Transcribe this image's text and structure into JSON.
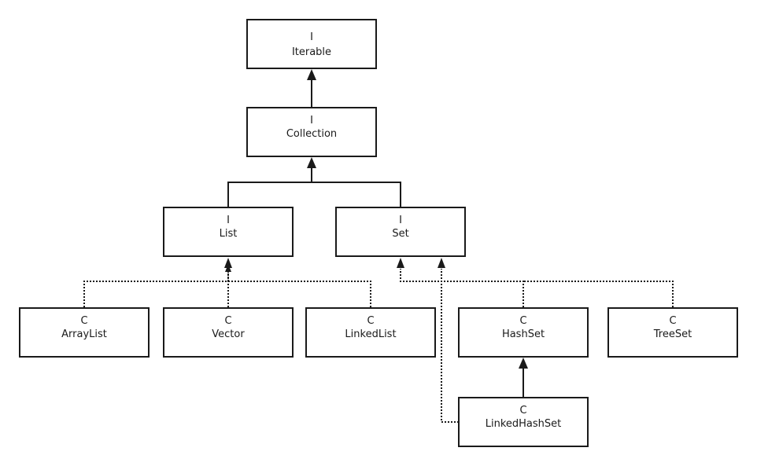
{
  "diagram": {
    "nodes": [
      {
        "id": "iterable",
        "kind": "I",
        "name": "Iterable"
      },
      {
        "id": "collection",
        "kind": "I",
        "name": "Collection"
      },
      {
        "id": "list",
        "kind": "I",
        "name": "List"
      },
      {
        "id": "set",
        "kind": "I",
        "name": "Set"
      },
      {
        "id": "arraylist",
        "kind": "C",
        "name": "ArrayList"
      },
      {
        "id": "vector",
        "kind": "C",
        "name": "Vector"
      },
      {
        "id": "linkedlist",
        "kind": "C",
        "name": "LinkedList"
      },
      {
        "id": "hashset",
        "kind": "C",
        "name": "HashSet"
      },
      {
        "id": "treeset",
        "kind": "C",
        "name": "TreeSet"
      },
      {
        "id": "linkedhashset",
        "kind": "C",
        "name": "LinkedHashSet"
      }
    ],
    "edges": [
      {
        "from": "collection",
        "to": "iterable",
        "style": "solid"
      },
      {
        "from": "list",
        "to": "collection",
        "style": "solid"
      },
      {
        "from": "set",
        "to": "collection",
        "style": "solid"
      },
      {
        "from": "arraylist",
        "to": "list",
        "style": "dashed"
      },
      {
        "from": "vector",
        "to": "list",
        "style": "dashed"
      },
      {
        "from": "linkedlist",
        "to": "list",
        "style": "dashed"
      },
      {
        "from": "hashset",
        "to": "set",
        "style": "dashed"
      },
      {
        "from": "treeset",
        "to": "set",
        "style": "dashed"
      },
      {
        "from": "linkedhashset",
        "to": "hashset",
        "style": "solid"
      },
      {
        "from": "linkedhashset",
        "to": "set",
        "style": "dashed"
      }
    ]
  }
}
